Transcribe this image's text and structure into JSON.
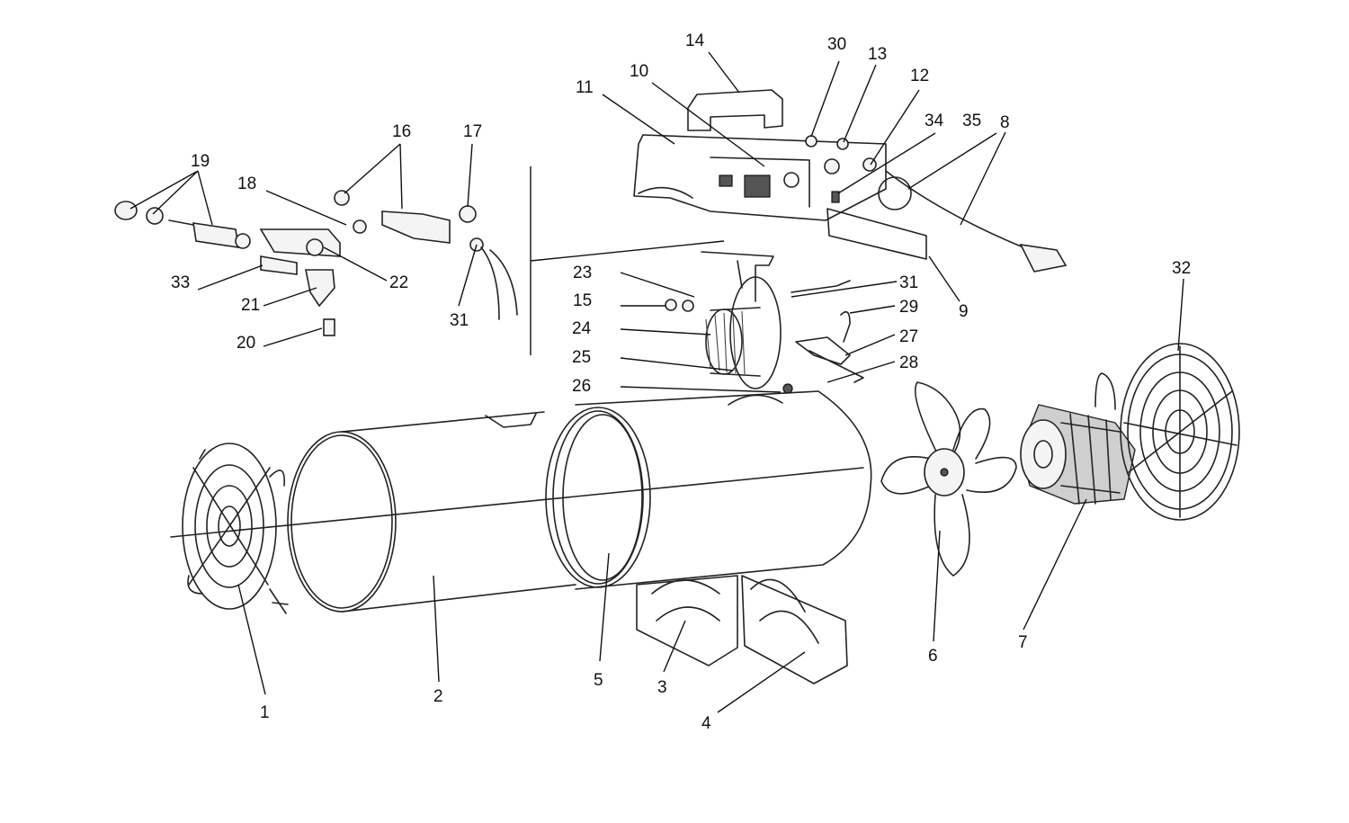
{
  "callouts": [
    {
      "id": "1",
      "label": "1"
    },
    {
      "id": "2",
      "label": "2"
    },
    {
      "id": "3",
      "label": "3"
    },
    {
      "id": "4",
      "label": "4"
    },
    {
      "id": "5",
      "label": "5"
    },
    {
      "id": "6",
      "label": "6"
    },
    {
      "id": "7",
      "label": "7"
    },
    {
      "id": "8",
      "label": "8"
    },
    {
      "id": "9",
      "label": "9"
    },
    {
      "id": "10",
      "label": "10"
    },
    {
      "id": "11",
      "label": "11"
    },
    {
      "id": "12",
      "label": "12"
    },
    {
      "id": "13",
      "label": "13"
    },
    {
      "id": "14",
      "label": "14"
    },
    {
      "id": "15",
      "label": "15"
    },
    {
      "id": "16",
      "label": "16"
    },
    {
      "id": "17",
      "label": "17"
    },
    {
      "id": "18",
      "label": "18"
    },
    {
      "id": "19",
      "label": "19"
    },
    {
      "id": "20",
      "label": "20"
    },
    {
      "id": "21",
      "label": "21"
    },
    {
      "id": "22",
      "label": "22"
    },
    {
      "id": "23",
      "label": "23"
    },
    {
      "id": "24",
      "label": "24"
    },
    {
      "id": "25",
      "label": "25"
    },
    {
      "id": "26",
      "label": "26"
    },
    {
      "id": "27",
      "label": "27"
    },
    {
      "id": "28",
      "label": "28"
    },
    {
      "id": "29",
      "label": "29"
    },
    {
      "id": "30",
      "label": "30"
    },
    {
      "id": "31a",
      "label": "31"
    },
    {
      "id": "31b",
      "label": "31"
    },
    {
      "id": "32",
      "label": "32"
    },
    {
      "id": "33",
      "label": "33"
    },
    {
      "id": "34",
      "label": "34"
    },
    {
      "id": "35",
      "label": "35"
    }
  ]
}
